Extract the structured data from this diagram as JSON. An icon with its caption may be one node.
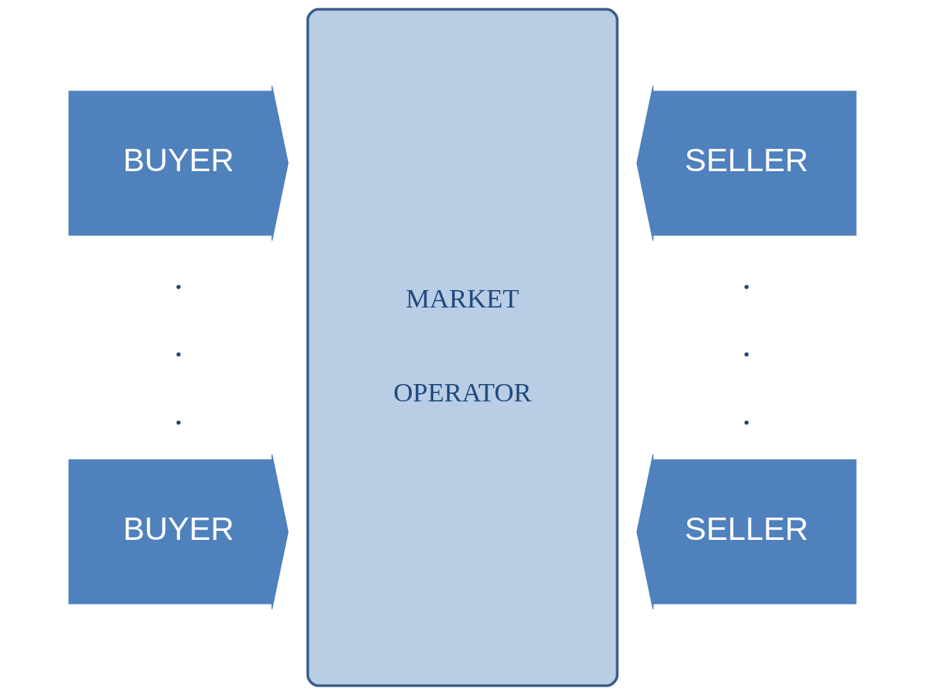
{
  "diagram": {
    "nodes": [
      {
        "text": [
          "BUYER"
        ]
      },
      {
        "text": [
          "MARKET OPERATOR"
        ]
      },
      {
        "text": [
          "SELLER"
        ]
      },
      {
        "text": [
          "BUYER"
        ]
      },
      {
        "text": [
          "SELLER"
        ]
      }
    ],
    "labels": [
      ".",
      ".",
      ".",
      ".",
      ".",
      "."
    ]
  }
}
